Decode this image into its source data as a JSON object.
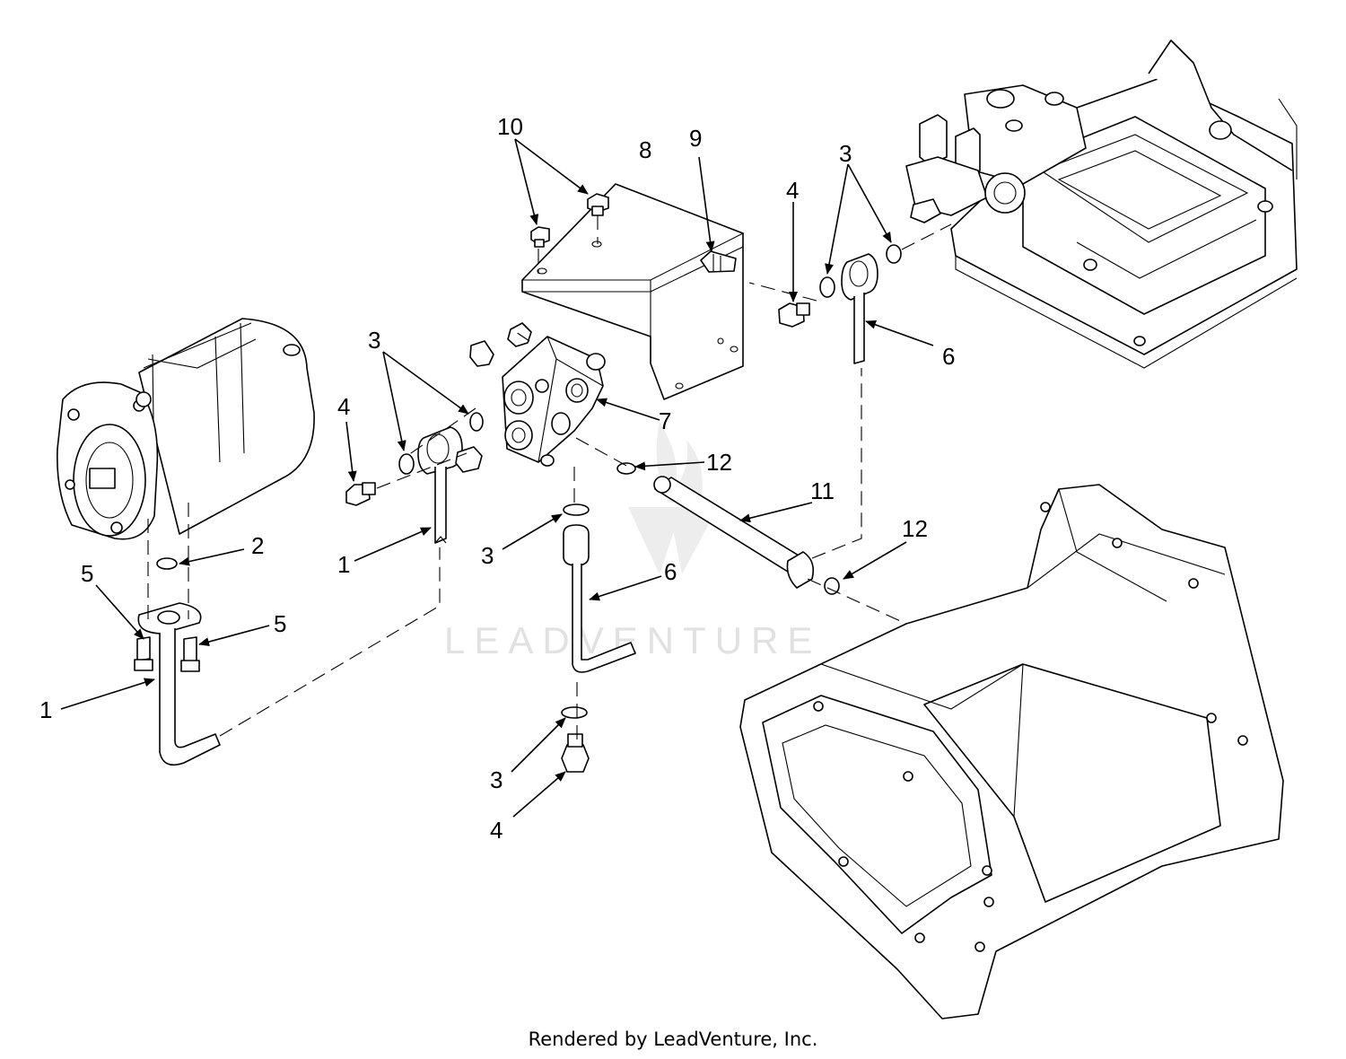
{
  "footer_text": "Rendered by LeadVenture, Inc.",
  "watermark_text": "LEADVENTURE",
  "callouts": {
    "pump_tube_1": "1",
    "oring_2": "2",
    "capscrew_5_left": "5",
    "capscrew_5_right": "5",
    "plug_4_left": "4",
    "oring_3_left": "3",
    "tube_1_mid": "1",
    "oring_3_lower": "3",
    "tube_6_lower": "6",
    "oring_3_bottom": "3",
    "plug_4_bottom": "4",
    "fittings_10": "10",
    "bracket_8": "8",
    "fitting_9": "9",
    "plug_4_right": "4",
    "oring_3_right": "3",
    "tube_6_right": "6",
    "valve_7": "7",
    "oring_12_upper": "12",
    "tube_11": "11",
    "oring_12_lower": "12"
  }
}
